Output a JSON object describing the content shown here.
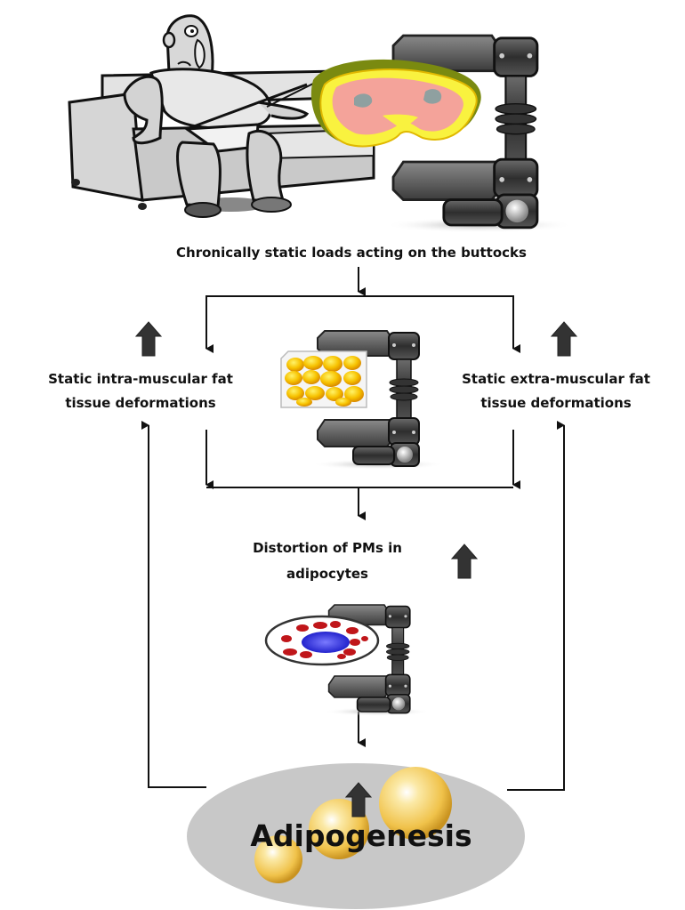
{
  "figure": {
    "title_text": "Chronically static loads acting on the buttocks",
    "nodes": {
      "intra": {
        "line1": "Static intra-muscular fat",
        "line2": "tissue deformations",
        "trend": "increase"
      },
      "extra": {
        "line1": "Static extra-muscular fat",
        "line2": "tissue deformations",
        "trend": "increase"
      },
      "distortion": {
        "line1": "Distortion of PMs in",
        "line2": "adipocytes",
        "trend": "increase"
      },
      "adipogenesis": {
        "label": "Adipogenesis",
        "trend": "increase"
      }
    },
    "illustrations": [
      "man-sitting-on-couch",
      "buttock-cross-section-in-clamp",
      "fat-tissue-block-in-clamp",
      "adipocyte-cell-in-clamp",
      "lipid-droplet-spheres"
    ],
    "colors": {
      "arrow": "#111111",
      "trend_arrow": "#333333",
      "clamp": "#3a3a3a",
      "fat_yellow": "#f5c400",
      "skin_pink": "#f4a39a",
      "cell_nucleus": "#2a2adc",
      "cell_droplets": "#c0161a",
      "ellipse_fill": "#c8c8c8",
      "sphere": "#f2c84b"
    }
  }
}
